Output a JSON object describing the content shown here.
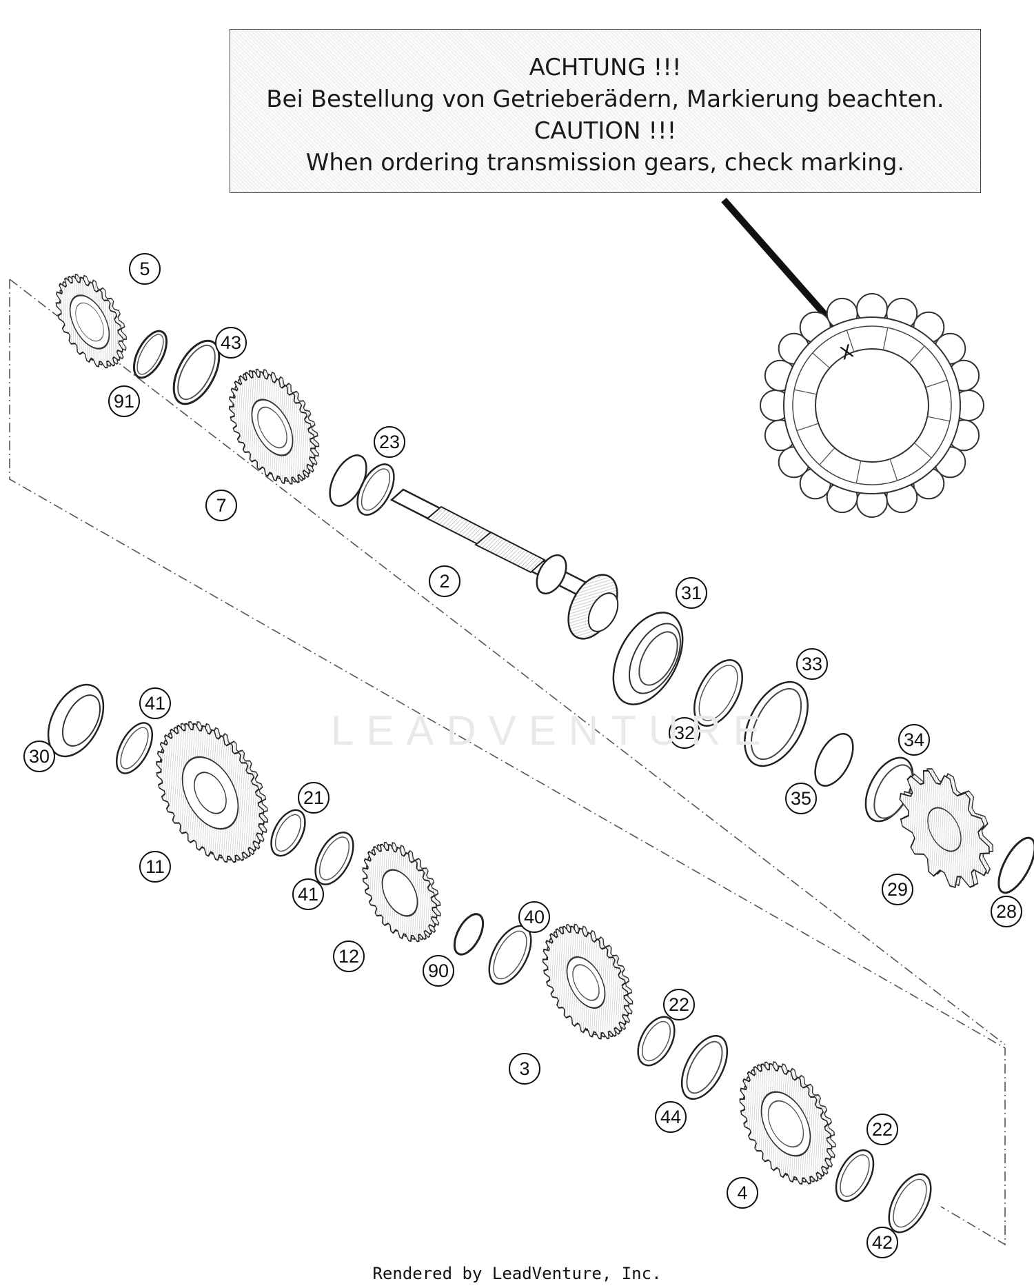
{
  "notice": {
    "line1": "ACHTUNG !!!",
    "line2": "Bei Bestellung von Getrieberädern, Markierung beachten.",
    "line3": "CAUTION !!!",
    "line4": "When ordering transmission gears, check marking."
  },
  "watermark": "LEADVENTURE",
  "footer": "Rendered by LeadVenture, Inc.",
  "detail_mark": "X",
  "callouts": [
    "5",
    "43",
    "91",
    "7",
    "23",
    "2",
    "31",
    "33",
    "32",
    "34",
    "35",
    "29",
    "28",
    "30",
    "41",
    "11",
    "21",
    "41",
    "12",
    "90",
    "40",
    "3",
    "22",
    "44",
    "4",
    "22",
    "42"
  ]
}
